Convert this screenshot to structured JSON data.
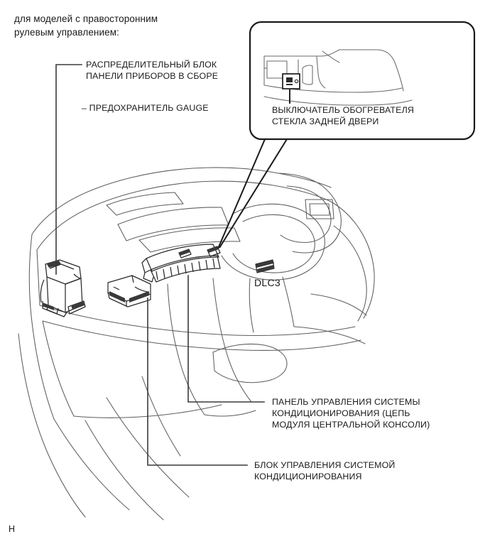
{
  "page": {
    "heading_line1": "для моделей с правосторонним",
    "heading_line2": "рулевым управлением:",
    "page_mark": "H"
  },
  "labels": {
    "junction_block": {
      "line1": "РАСПРЕДЕЛИТЕЛЬНЫЙ БЛОК",
      "line2": "ПАНЕЛИ ПРИБОРОВ В СБОРЕ"
    },
    "fuse_gauge": "– ПРЕДОХРАНИТЕЛЬ GAUGE",
    "ac_control_panel": {
      "line1": "ПАНЕЛЬ УПРАВЛЕНИЯ СИСТЕМЫ",
      "line2": "КОНДИЦИОНИРОВАНИЯ (ЦЕПЬ",
      "line3": "МОДУЛЯ ЦЕНТРАЛЬНОЙ КОНСОЛИ)"
    },
    "ac_control_unit": {
      "line1": "БЛОК УПРАВЛЕНИЯ СИСТЕМОЙ",
      "line2": "КОНДИЦИОНИРОВАНИЯ"
    },
    "dlc3": "DLC3"
  },
  "callout": {
    "line1": "ВЫКЛЮЧАТЕЛЬ ОБОГРЕВАТЕЛЯ",
    "line2": "СТЕКЛА ЗАДНЕЙ ДВЕРИ",
    "switch_icon": "rear-defogger-switch-icon"
  },
  "colors": {
    "ink": "#1a1a1a",
    "line_dark": "#222222",
    "line_mid": "#555555",
    "line_light": "#777777",
    "background": "#ffffff"
  }
}
